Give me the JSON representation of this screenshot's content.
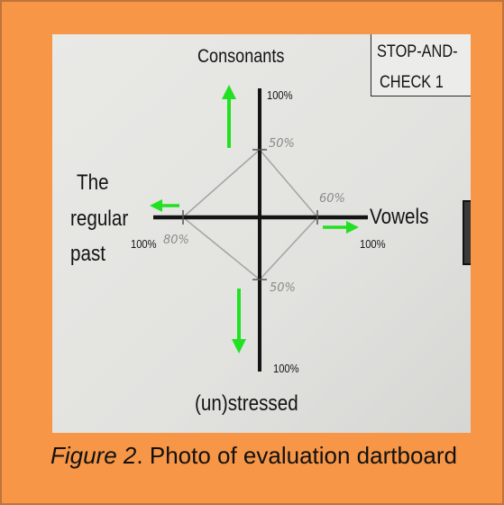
{
  "figure": {
    "photo": {
      "axis_top_label": "Consonants",
      "axis_bottom_label": "(un)stressed",
      "axis_right_label": "Vowels",
      "axis_left_label_lines": [
        "The",
        "regular",
        "past"
      ],
      "box_label_lines": [
        "STOP-AND-",
        "CHECK 1"
      ],
      "scale_top": "100%",
      "scale_bottom": "100%",
      "scale_right": "100%",
      "scale_left": "100%",
      "mark_top": "50%",
      "mark_bottom": "50%",
      "mark_right": "60%",
      "mark_left": "80%",
      "arrow_color": "#22e022",
      "axis_color": "#141414",
      "diamond_color": "#a9a6a1"
    },
    "caption": {
      "label": "Figure 2",
      "separator": ".",
      "text": " Photo of evaluation dartboard"
    },
    "frame_color": "#f79646"
  }
}
